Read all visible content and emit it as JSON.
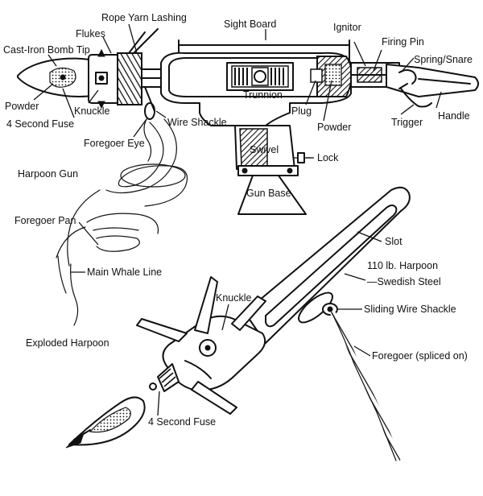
{
  "labels": {
    "cast_iron_bomb_tip": "Cast-Iron Bomb Tip",
    "flukes": "Flukes",
    "rope_yarn_lashing": "Rope Yarn Lashing",
    "sight_board": "Sight Board",
    "ignitor": "Ignitor",
    "firing_pin": "Firing Pin",
    "spring_snare": "Spring/Snare",
    "powder_left": "Powder",
    "knuckle_top": "Knuckle",
    "four_second_fuse_top": "4 Second Fuse",
    "wire_shackle": "Wire Shackle",
    "trunnion": "Trunnion",
    "plug": "Plug",
    "powder_right": "Powder",
    "trigger": "Trigger",
    "handle": "Handle",
    "foregoer_eye": "Foregoer Eye",
    "swivel": "Swivel",
    "lock": "Lock",
    "harpoon_gun": "Harpoon Gun",
    "gun_base": "Gun Base",
    "foregoer_pan": "Foregoer Pan",
    "slot": "Slot",
    "harpoon_weight": "110 lb. Harpoon",
    "harpoon_material": "—Swedish Steel",
    "main_whale_line": "Main Whale Line",
    "knuckle_bottom": "Knuckle",
    "sliding_wire_shackle": "Sliding Wire Shackle",
    "exploded_harpoon": "Exploded Harpoon",
    "foregoer_spliced": "Foregoer (spliced on)",
    "four_second_fuse_bottom": "4 Second Fuse"
  }
}
